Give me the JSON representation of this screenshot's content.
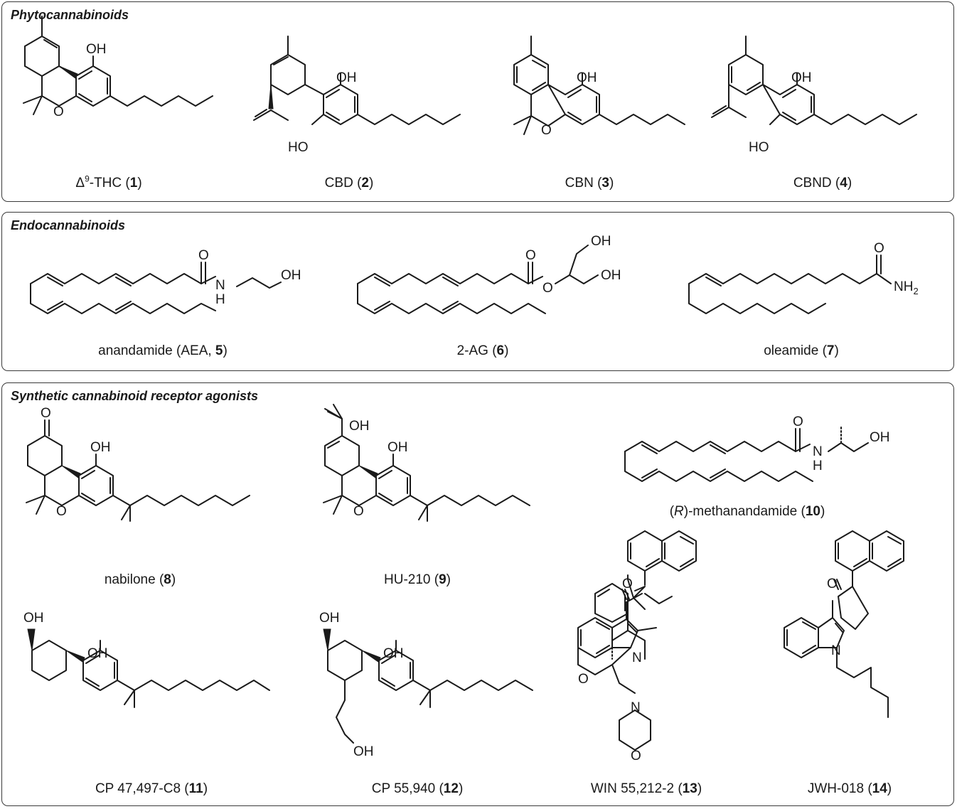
{
  "panels": [
    {
      "title": "Phytocannabinoids",
      "compounds": [
        {
          "name": "Δ",
          "sup": "9",
          "rest": "-THC (",
          "num": "1",
          "close": ")"
        },
        {
          "prefix": "CBD (",
          "num": "2",
          "close": ")"
        },
        {
          "prefix": "CBN (",
          "num": "3",
          "close": ")"
        },
        {
          "prefix": "CBND (",
          "num": "4",
          "close": ")"
        }
      ]
    },
    {
      "title": "Endocannabinoids",
      "compounds": [
        {
          "prefix": "anandamide (AEA, ",
          "num": "5",
          "close": ")"
        },
        {
          "prefix": "2-AG (",
          "num": "6",
          "close": ")"
        },
        {
          "prefix": "oleamide (",
          "num": "7",
          "close": ")"
        }
      ]
    },
    {
      "title": "Synthetic cannabinoid receptor agonists",
      "compounds": [
        {
          "prefix": "nabilone (",
          "num": "8",
          "close": ")"
        },
        {
          "prefix": "HU-210 (",
          "num": "9",
          "close": ")"
        },
        {
          "pre": "(",
          "ital": "R",
          "prefix": ")-methanandamide (",
          "num": "10",
          "close": ")"
        },
        {
          "prefix": "CP 47,497-C8 (",
          "num": "11",
          "close": ")"
        },
        {
          "prefix": "CP 55,940 (",
          "num": "12",
          "close": ")"
        },
        {
          "prefix": "WIN 55,212-2 (",
          "num": "13",
          "close": ")"
        },
        {
          "prefix": "JWH-018 (",
          "num": "14",
          "close": ")"
        }
      ]
    }
  ],
  "atoms": {
    "oh": "OH",
    "ho": "HO",
    "o": "O",
    "n": "N",
    "h": "H",
    "nh": "NH",
    "sub2": "2"
  }
}
